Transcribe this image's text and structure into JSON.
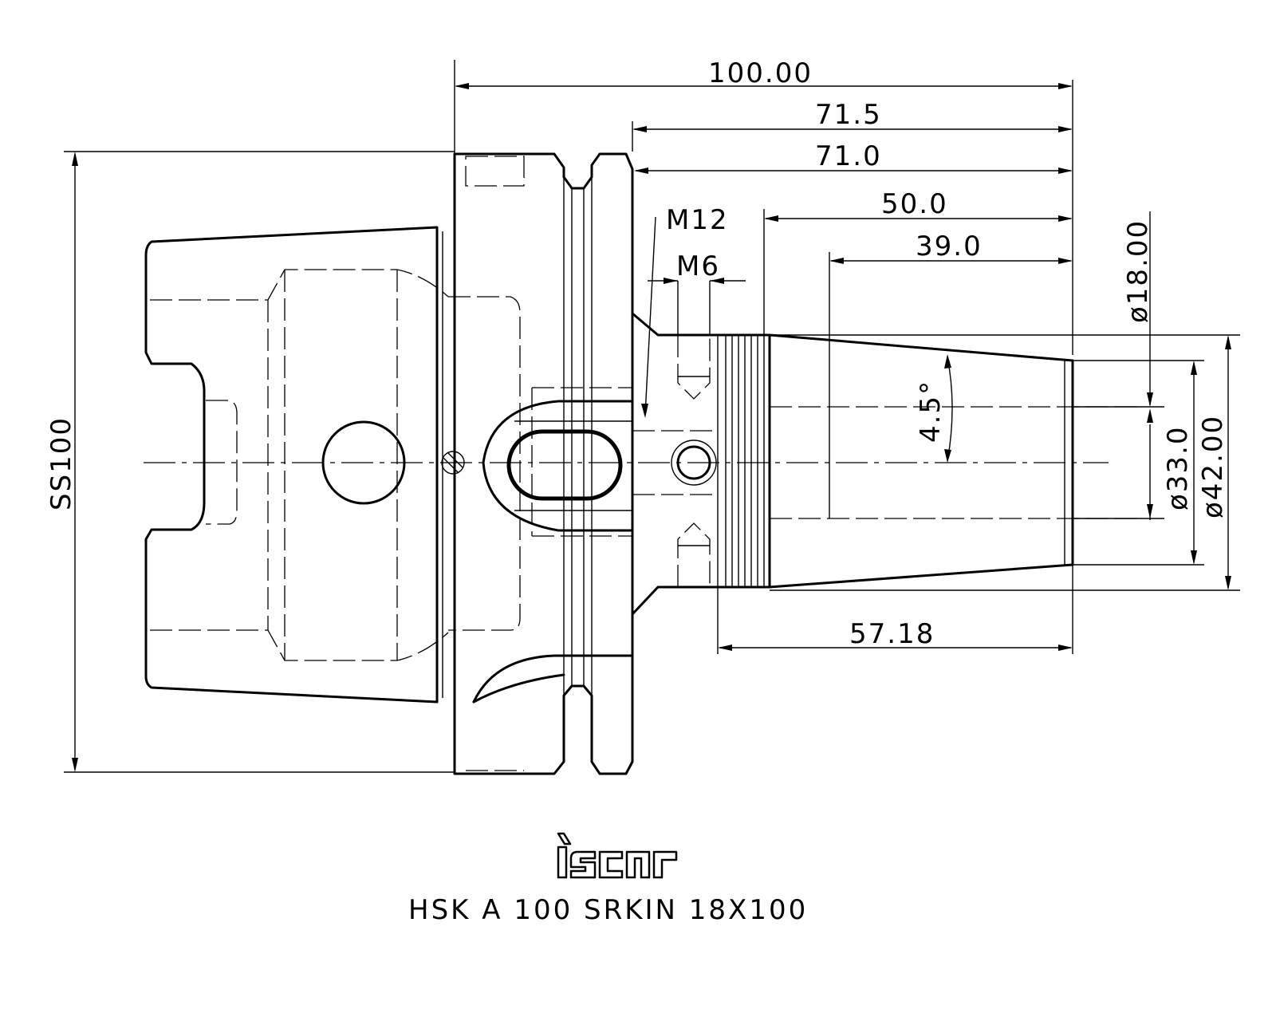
{
  "dimensions": {
    "overall_length": "100.00",
    "length_71_5": "71.5",
    "length_71_0": "71.0",
    "length_50_0": "50.0",
    "length_39_0": "39.0",
    "length_57_18": "57.18",
    "thread_m12": "M12",
    "thread_m6": "M6",
    "angle": "4.5°",
    "dia_18": "ø18.00",
    "dia_33": "ø33.0",
    "dia_42": "ø42.00",
    "shank_size": "SS100"
  },
  "title_block": {
    "logo_text": "iscar",
    "part_name": "HSK A 100 SRKIN 18X100"
  }
}
